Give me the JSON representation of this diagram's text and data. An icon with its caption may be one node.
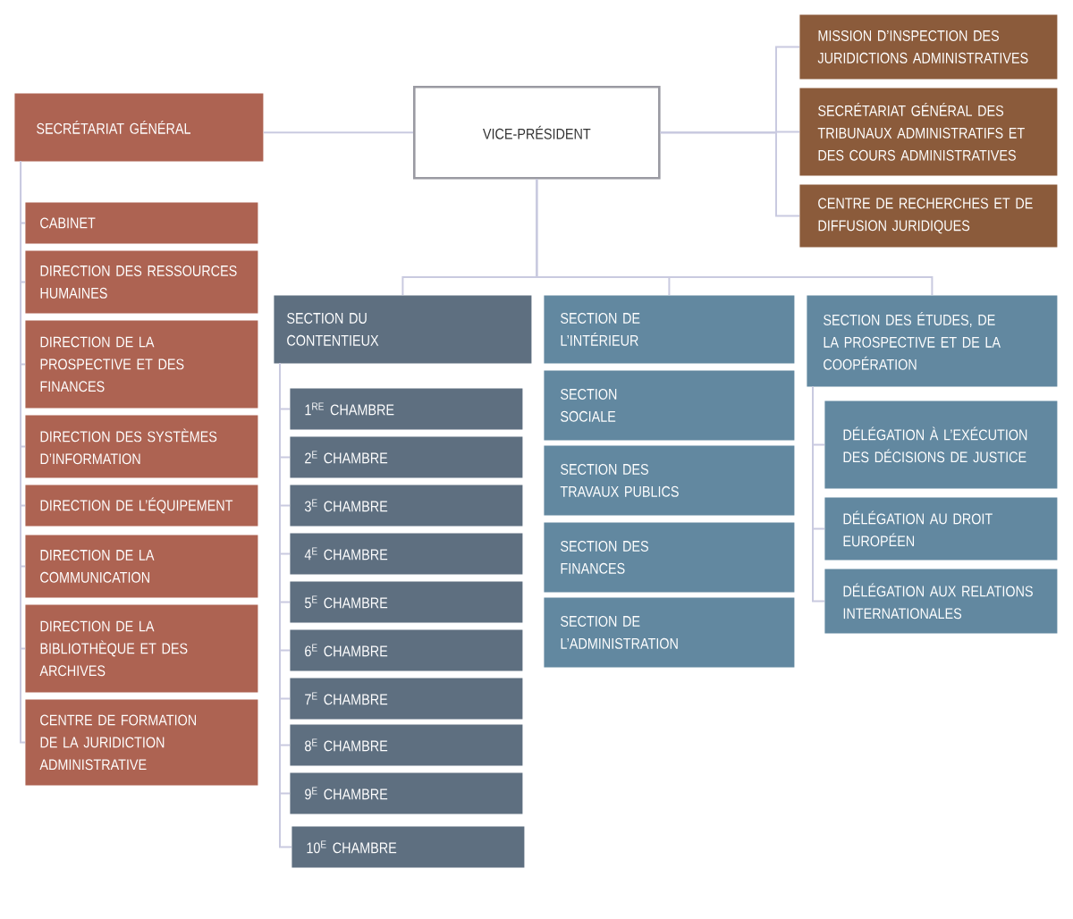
{
  "diagram": {
    "nodes": [
      {
        "text": [
          "VICE-PRÉSIDENT"
        ]
      },
      {
        "text": [
          "SECRÉTARIAT GÉNÉRAL"
        ]
      },
      {
        "text": [
          "CABINET"
        ]
      },
      {
        "text": [
          "DIRECTION DES RESSOURCES HUMAINES"
        ]
      },
      {
        "text": [
          "DIRECTION DE LA PROSPECTIVE ET DES FINANCES"
        ]
      },
      {
        "text": [
          "DIRECTION DES SYSTÈMES D’INFORMATION"
        ]
      },
      {
        "text": [
          "DIRECTION DE L’ÉQUIPEMENT"
        ]
      },
      {
        "text": [
          "DIRECTION DE LA COMMUNICATION"
        ]
      },
      {
        "text": [
          "DIRECTION DE LA BIBLIOTHÈQUE ET DES ARCHIVES"
        ]
      },
      {
        "text": [
          "CENTRE DE FORMATION DE LA JURIDICTION ADMINISTRATIVE"
        ]
      },
      {
        "text": [
          "MISSION D’INSPECTION DES JURIDICTIONS ADMINISTRATIVES"
        ]
      },
      {
        "text": [
          "SECRÉTARIAT GÉNÉRAL DES TRIBUNAUX ADMINISTRATIFS ET DES COURS ADMINISTRATIVES"
        ]
      },
      {
        "text": [
          "CENTRE DE RECHERCHES ET DE DIFFUSION JURIDIQUES"
        ]
      },
      {
        "text": [
          "SECTION DU CONTENTIEUX"
        ]
      },
      {
        "text": [
          "1$^{RE}$ CHAMBRE"
        ]
      },
      {
        "text": [
          "2$^{E}$ CHAMBRE"
        ]
      },
      {
        "text": [
          "3$^{E}$ CHAMBRE"
        ]
      },
      {
        "text": [
          "4$^{E}$ CHAMBRE"
        ]
      },
      {
        "text": [
          "5$^{E}$ CHAMBRE"
        ]
      },
      {
        "text": [
          "6$^{E}$ CHAMBRE"
        ]
      },
      {
        "text": [
          "7$^{E}$ CHAMBRE"
        ]
      },
      {
        "text": [
          "8$^{E}$ CHAMBRE"
        ]
      },
      {
        "text": [
          "9$^{E}$ CHAMBRE"
        ]
      },
      {
        "text": [
          "10$^{E}$ CHAMBRE"
        ]
      },
      {
        "text": [
          "SECTION DE L’INTÉRIEUR"
        ]
      },
      {
        "text": [
          "SECTION SOCIALE"
        ]
      },
      {
        "text": [
          "SECTION DES TRAVAUX PUBLICS"
        ]
      },
      {
        "text": [
          "SECTION DES FINANCES"
        ]
      },
      {
        "text": [
          "SECTION DE L’ADMINISTRATION"
        ]
      },
      {
        "text": [
          "SECTION DES ÉTUDES, DE LA PROSPECTIVE ET DE LA COOPÉRATION"
        ]
      },
      {
        "text": [
          "DÉLÉGATION À L’EXÉCUTION DES DÉCISIONS DE JUSTICE"
        ]
      },
      {
        "text": [
          "DÉLÉGATION AU DROIT EUROPÉEN"
        ]
      },
      {
        "text": [
          "DÉLÉGATION AUX RELATIONS INTERNATIONALES"
        ]
      }
    ],
    "edges": [
      {
        "from": 0,
        "to": 1,
        "arrow": "none"
      },
      {
        "from": 0,
        "to": 10,
        "arrow": "none"
      },
      {
        "from": 0,
        "to": 11,
        "arrow": "none"
      },
      {
        "from": 0,
        "to": 12,
        "arrow": "none"
      },
      {
        "from": 0,
        "to": 13,
        "arrow": "none"
      },
      {
        "from": 0,
        "to": 24,
        "arrow": "none"
      },
      {
        "from": 0,
        "to": 29,
        "arrow": "none"
      },
      {
        "from": 1,
        "to": 2,
        "arrow": "none"
      },
      {
        "from": 1,
        "to": 3,
        "arrow": "none"
      },
      {
        "from": 1,
        "to": 4,
        "arrow": "none"
      },
      {
        "from": 1,
        "to": 5,
        "arrow": "none"
      },
      {
        "from": 1,
        "to": 6,
        "arrow": "none"
      },
      {
        "from": 1,
        "to": 7,
        "arrow": "none"
      },
      {
        "from": 1,
        "to": 8,
        "arrow": "none"
      },
      {
        "from": 1,
        "to": 9,
        "arrow": "none"
      },
      {
        "from": 13,
        "to": 14,
        "arrow": "none"
      },
      {
        "from": 13,
        "to": 15,
        "arrow": "none"
      },
      {
        "from": 13,
        "to": 16,
        "arrow": "none"
      },
      {
        "from": 13,
        "to": 17,
        "arrow": "none"
      },
      {
        "from": 13,
        "to": 18,
        "arrow": "none"
      },
      {
        "from": 13,
        "to": 19,
        "arrow": "none"
      },
      {
        "from": 13,
        "to": 20,
        "arrow": "none"
      },
      {
        "from": 13,
        "to": 21,
        "arrow": "none"
      },
      {
        "from": 13,
        "to": 22,
        "arrow": "none"
      },
      {
        "from": 13,
        "to": 23,
        "arrow": "none"
      },
      {
        "from": 29,
        "to": 30,
        "arrow": "none"
      },
      {
        "from": 29,
        "to": 31,
        "arrow": "none"
      },
      {
        "from": 29,
        "to": 32,
        "arrow": "none"
      }
    ]
  }
}
